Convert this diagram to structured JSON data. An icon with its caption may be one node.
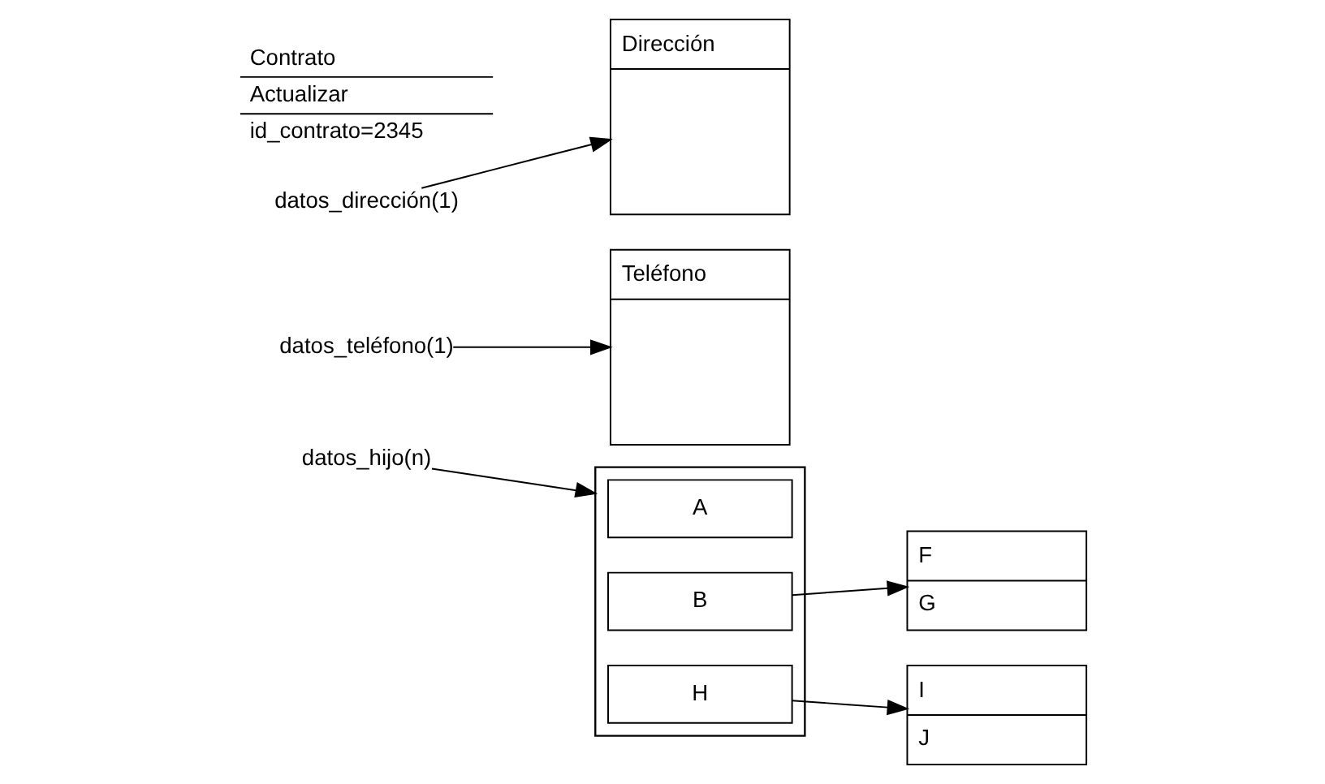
{
  "diagram": {
    "nodes": [
      {
        "text": [
          "Contrato",
          "Actualizar",
          "id_contrato=2345"
        ]
      },
      {
        "text": [
          "datos_dirección(1)"
        ]
      },
      {
        "text": [
          "datos_teléfono(1)"
        ]
      },
      {
        "text": [
          "datos_hijo(n)"
        ]
      },
      {
        "text": [
          "Dirección"
        ]
      },
      {
        "text": [
          "Teléfono"
        ]
      },
      {
        "text": [],
        "shape": "box"
      },
      {
        "text": [
          "A"
        ],
        "in": 6
      },
      {
        "text": [
          "B"
        ],
        "in": 6
      },
      {
        "text": [
          "H"
        ],
        "in": 6
      },
      {
        "text": [
          "F",
          "G"
        ]
      },
      {
        "text": [
          "I",
          "J"
        ]
      }
    ],
    "edges": [
      {
        "from": 1,
        "to": 4,
        "arrow": "to"
      },
      {
        "from": 2,
        "to": 5,
        "arrow": "to"
      },
      {
        "from": 3,
        "to": 6,
        "arrow": "to"
      },
      {
        "from": 8,
        "to": 10,
        "arrow": "to"
      },
      {
        "from": 9,
        "to": 11,
        "arrow": "to"
      }
    ]
  }
}
